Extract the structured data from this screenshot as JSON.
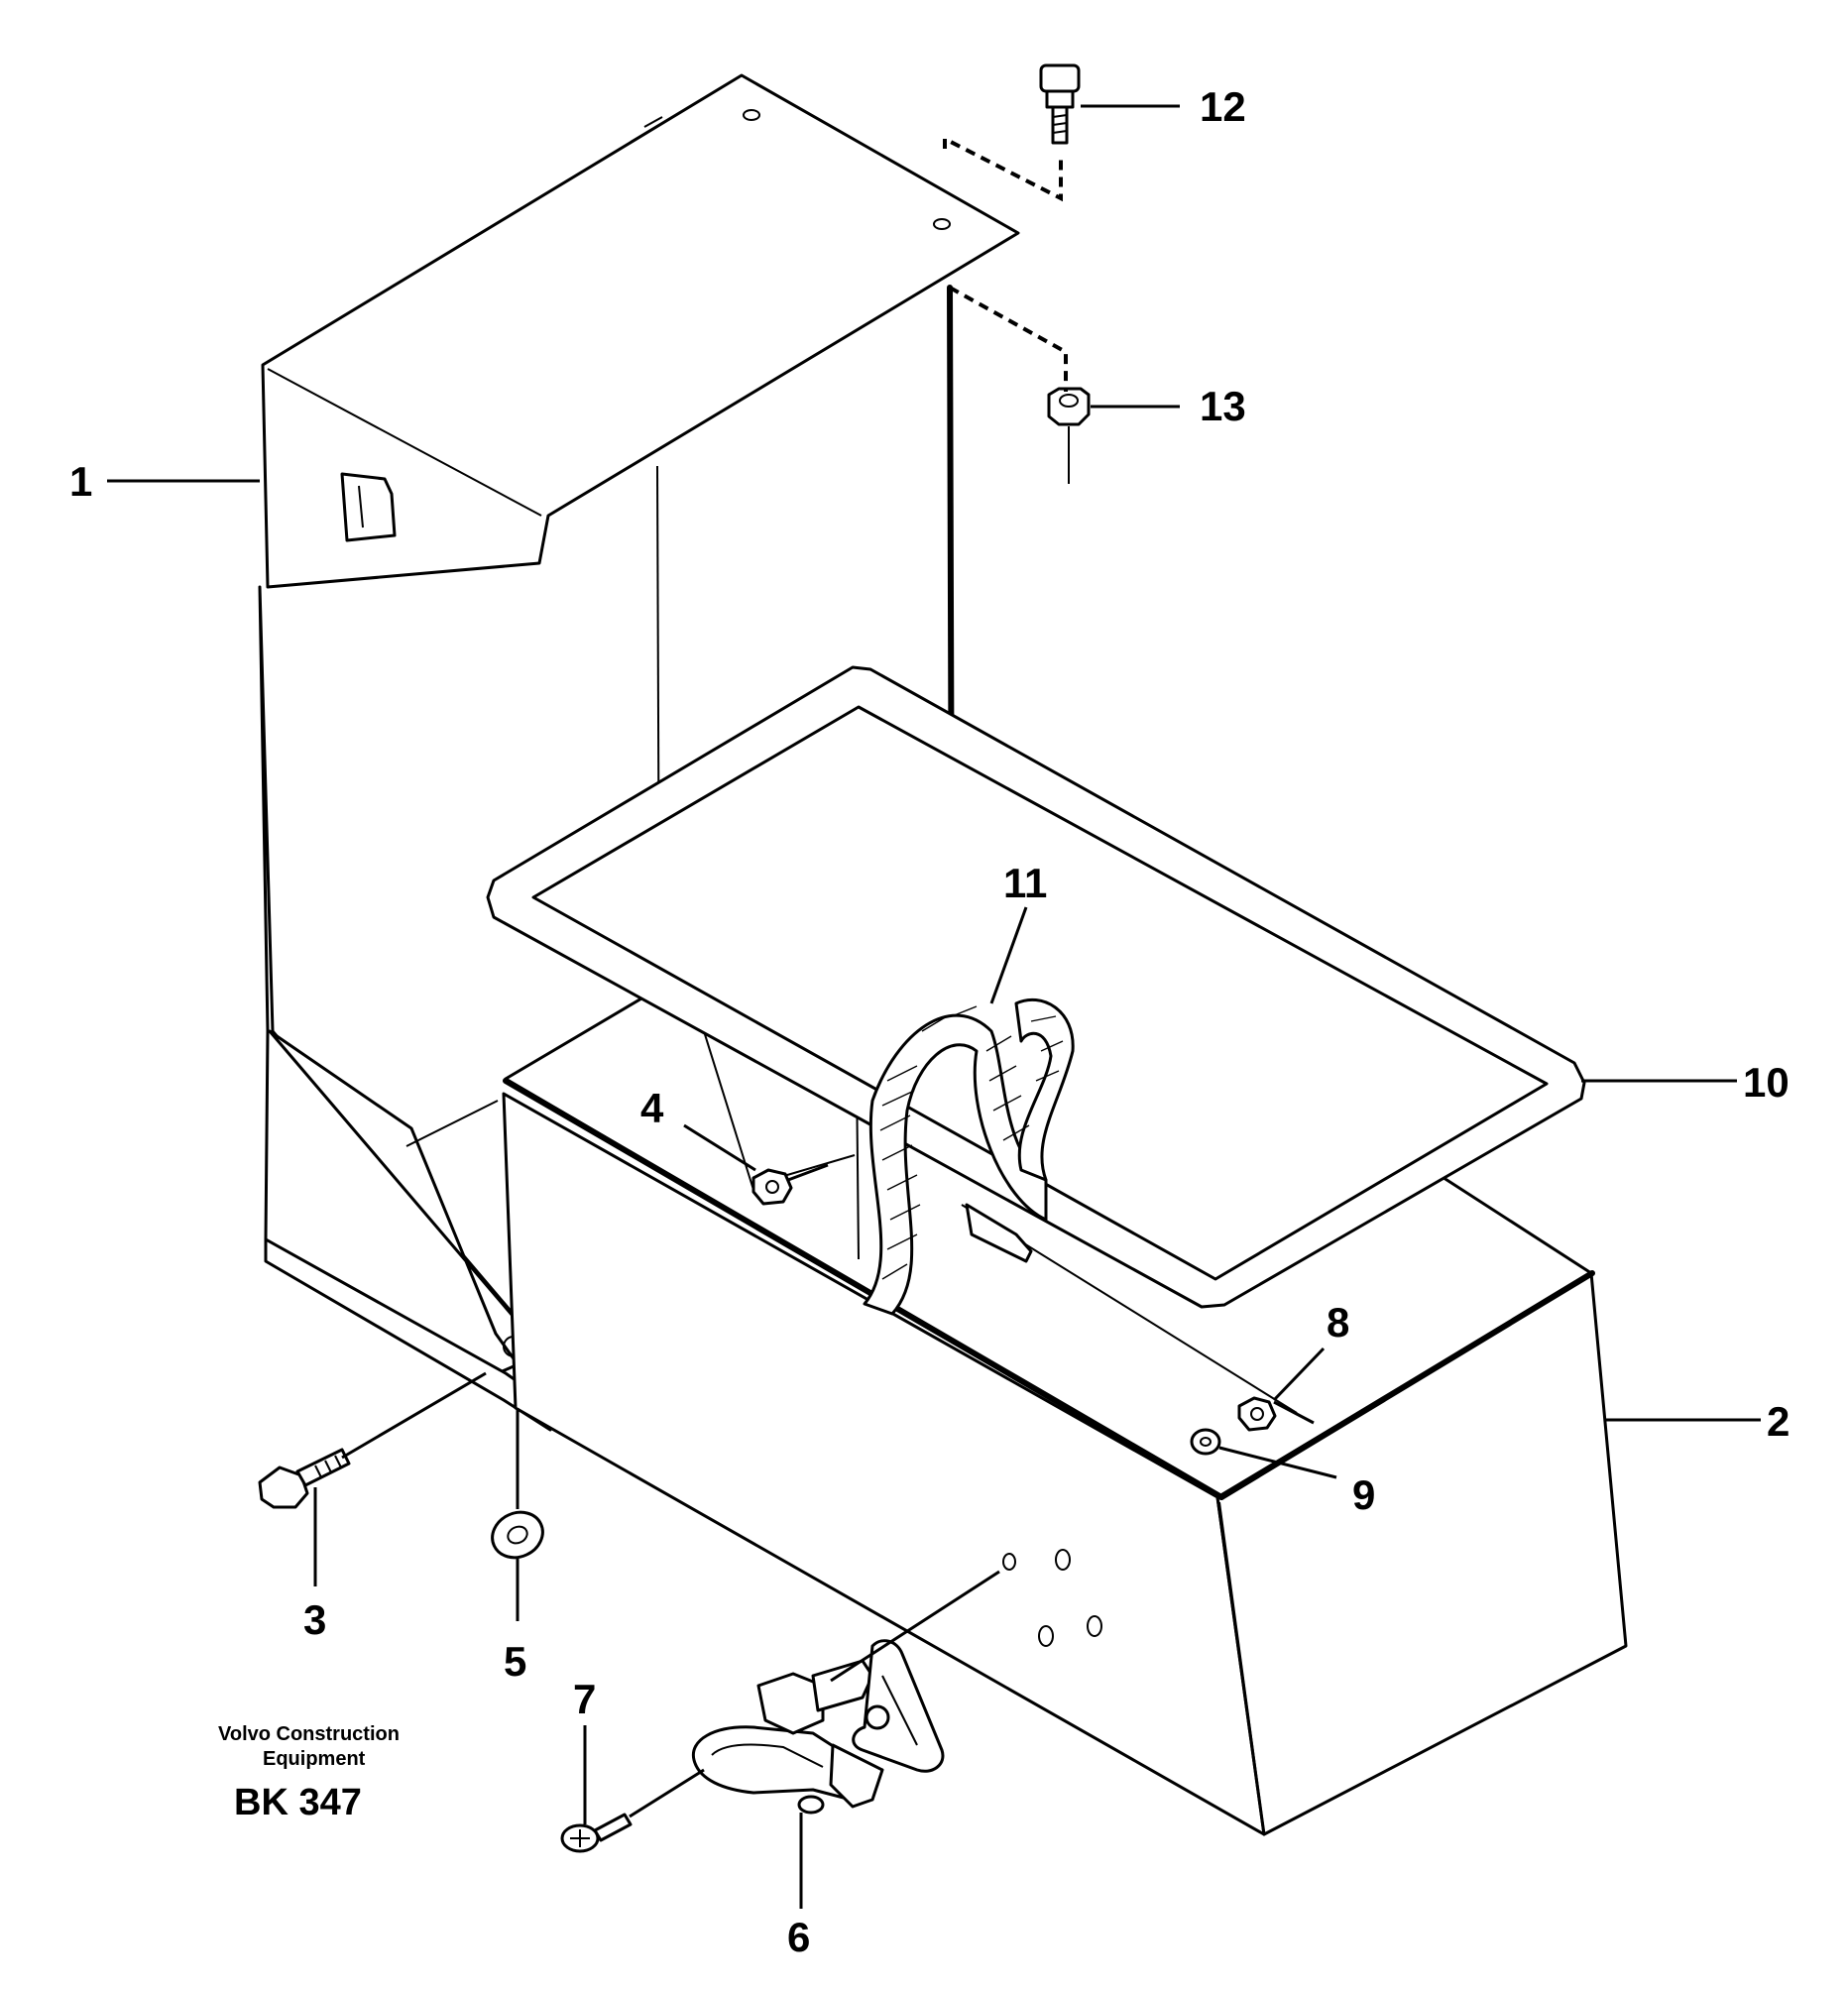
{
  "callouts": {
    "c1": "1",
    "c2": "2",
    "c3": "3",
    "c4": "4",
    "c5": "5",
    "c6": "6",
    "c7": "7",
    "c8": "8",
    "c9": "9",
    "c10": "10",
    "c11": "11",
    "c12": "12",
    "c13": "13"
  },
  "footer": {
    "brand_line1": "Volvo Construction",
    "brand_line2": "Equipment",
    "drawing_code": "BK 347"
  }
}
